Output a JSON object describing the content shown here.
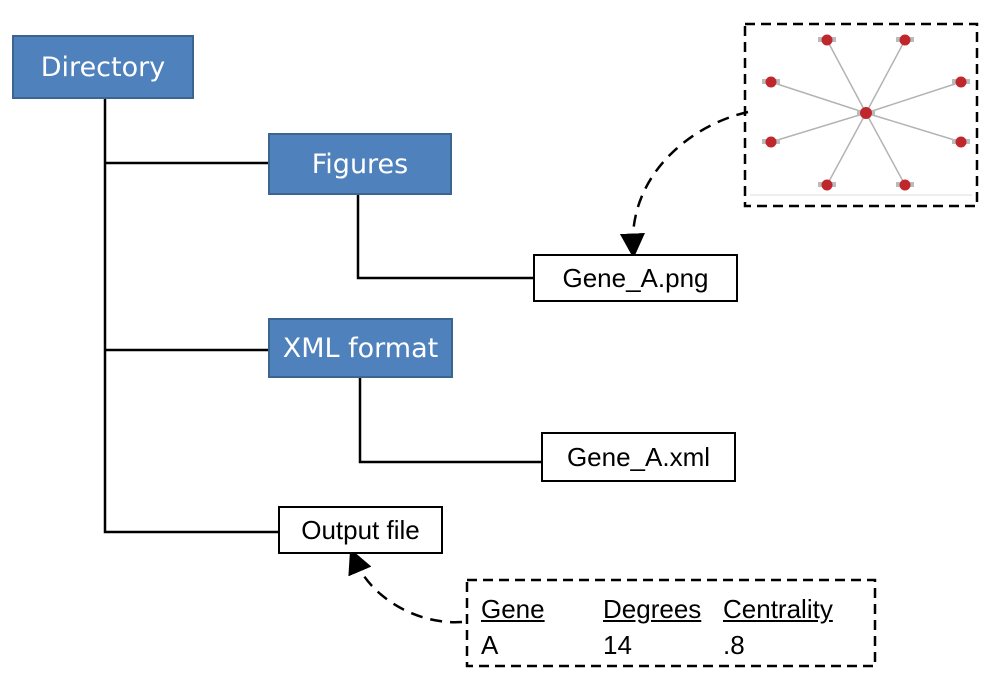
{
  "folders": {
    "directory": "Directory",
    "figures": "Figures",
    "xml": "XML format"
  },
  "files": {
    "png": "Gene_A.png",
    "xml": "Gene_A.xml",
    "output": "Output file"
  },
  "table": {
    "headers": [
      "Gene",
      "Degrees",
      "Centrality"
    ],
    "rows": [
      [
        "A",
        "14",
        ".8"
      ]
    ]
  },
  "colors": {
    "folder_fill": "#4f81bd",
    "folder_border": "#3a6591",
    "node_red": "#c0272d",
    "edge_gray": "#b3b3b3"
  },
  "network_preview": {
    "node_count": 9,
    "edge_count": 8,
    "center_node": true
  }
}
